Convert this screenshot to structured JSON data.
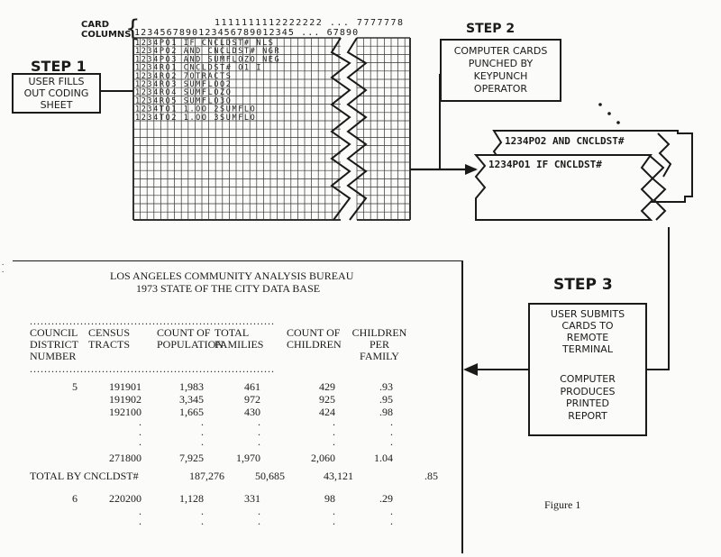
{
  "coding_sheet": {
    "card_columns_label": [
      "CARD",
      "COLUMNS"
    ],
    "tens_row": "1111111112222222 ... 7777778",
    "units_row": "1234567890123456789012345 ... 67890",
    "coded_rows": [
      "1234PO1  IF CNCLDST# NLS",
      "1234PO2  AND CNCLDST# NGR",
      "1234PO3  AND SUMFLOZO NEG",
      "1234RO1  CNCLDST#  O1 I",
      "1234RO2  7OTRACTS",
      "1234RO3  SUMFLOO2",
      "1234RO4  SUMFLOZO",
      "1234RO5  SUMFLO3O",
      "1234TO1  1.OO      2SUMFLO",
      "1234TO2  1.OO      3SUMFLO"
    ]
  },
  "step1": {
    "title": "STEP 1",
    "lines": [
      "USER FILLS",
      "OUT CODING",
      "SHEET"
    ]
  },
  "step2": {
    "title": "STEP 2",
    "lines": [
      "COMPUTER CARDS",
      "PUNCHED BY",
      "KEYPUNCH",
      "OPERATOR"
    ]
  },
  "cards": [
    "1234PO1 IF CNCLDST#",
    "1234PO2 AND CNCLDST#"
  ],
  "step3": {
    "title": "STEP 3",
    "lines_top": [
      "USER SUBMITS",
      "CARDS TO",
      "REMOTE",
      "TERMINAL"
    ],
    "lines_bottom": [
      "COMPUTER",
      "PRODUCES",
      "PRINTED",
      "REPORT"
    ]
  },
  "report": {
    "title_lines": [
      "LOS ANGELES COMMUNITY ANALYSIS BUREAU",
      "1973 STATE OF THE CITY DATA BASE"
    ],
    "dotted_rule": "....................................................................",
    "headers": [
      [
        "COUNCIL",
        "DISTRICT",
        "NUMBER"
      ],
      [
        "CENSUS",
        "TRACTS"
      ],
      [
        "COUNT OF",
        "POPULATION"
      ],
      [
        "TOTAL",
        "FAMILIES"
      ],
      [
        "COUNT OF",
        "CHILDREN"
      ],
      [
        "CHILDREN",
        "PER",
        "FAMILY"
      ]
    ],
    "rows": [
      [
        "5",
        "191901",
        "1,983",
        "461",
        "429",
        ".93"
      ],
      [
        "",
        "191902",
        "3,345",
        "972",
        "925",
        ".95"
      ],
      [
        "",
        "192100",
        "1,665",
        "430",
        "424",
        ".98"
      ],
      [
        "",
        ".",
        ".",
        ".",
        ".",
        "."
      ],
      [
        "",
        ".",
        ".",
        ".",
        ".",
        "."
      ],
      [
        "",
        ".",
        ".",
        ".",
        ".",
        "."
      ],
      [
        "",
        "271800",
        "7,925",
        "1,970",
        "2,060",
        "1.04"
      ]
    ],
    "total_row": [
      "TOTAL BY CNCLDST#",
      "187,276",
      "50,685",
      "43,121",
      ".85"
    ],
    "rows_after": [
      [
        "6",
        "220200",
        "1,128",
        "331",
        "98",
        ".29"
      ],
      [
        "",
        ".",
        ".",
        ".",
        ".",
        "."
      ],
      [
        "",
        ".",
        ".",
        ".",
        ".",
        "."
      ]
    ]
  },
  "figure_caption": "Figure 1"
}
